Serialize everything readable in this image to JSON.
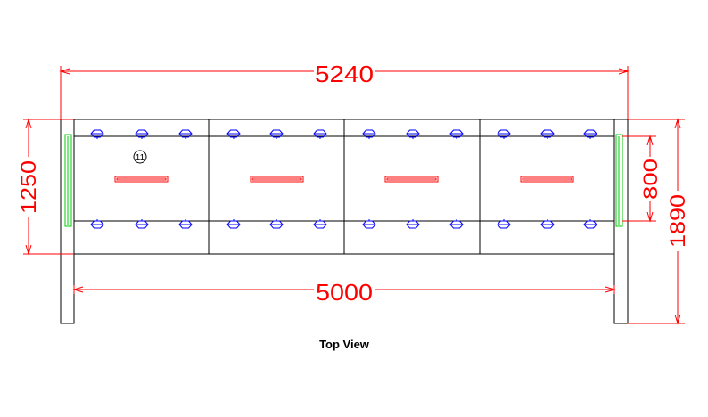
{
  "dimensions": {
    "overall_length": "5240",
    "inner_length": "5000",
    "left_height": "1250",
    "center_height": "800",
    "right_height": "1890"
  },
  "callout": "11",
  "caption": "Top View",
  "colors": {
    "outline": "#000000",
    "dimension": "#ff0000",
    "handle": "#ff0000",
    "fitting": "#0000ff",
    "post": "#00cc00"
  }
}
